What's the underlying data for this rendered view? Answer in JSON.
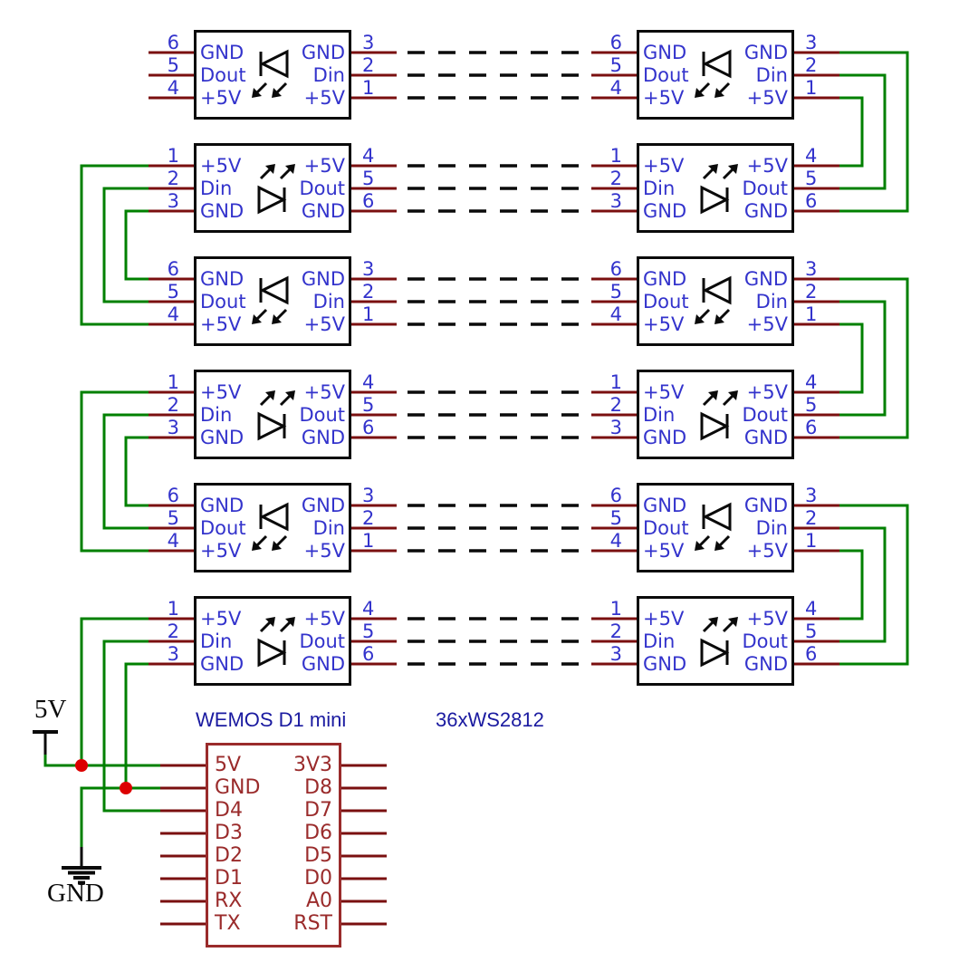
{
  "diagram": {
    "titles": {
      "mcu": "WEMOS D1 mini",
      "strip": "36xWS2812"
    },
    "power_labels": {
      "five_v": "5V",
      "gnd": "GND"
    },
    "led_module_types": {
      "a": {
        "left_pins": [
          {
            "num": "6",
            "name": "GND"
          },
          {
            "num": "5",
            "name": "Dout"
          },
          {
            "num": "4",
            "name": "+5V"
          }
        ],
        "right_pins": [
          {
            "num": "3",
            "name": "GND"
          },
          {
            "num": "2",
            "name": "Din"
          },
          {
            "num": "1",
            "name": "+5V"
          }
        ],
        "led_direction": "left"
      },
      "b": {
        "left_pins": [
          {
            "num": "1",
            "name": "+5V"
          },
          {
            "num": "2",
            "name": "Din"
          },
          {
            "num": "3",
            "name": "GND"
          }
        ],
        "right_pins": [
          {
            "num": "4",
            "name": "+5V"
          },
          {
            "num": "5",
            "name": "Dout"
          },
          {
            "num": "6",
            "name": "GND"
          }
        ],
        "led_direction": "right"
      }
    },
    "row_pattern": [
      "a",
      "b",
      "a",
      "b",
      "a",
      "b"
    ],
    "columns": 2,
    "mcu": {
      "left_pins": [
        "5V",
        "GND",
        "D4",
        "D3",
        "D2",
        "D1",
        "RX",
        "TX"
      ],
      "right_pins": [
        "3V3",
        "D8",
        "D7",
        "D6",
        "D5",
        "D0",
        "A0",
        "RST"
      ]
    },
    "colors": {
      "wire_green": "#008000",
      "pin_stub": "#7a0f0f",
      "mcu_outline": "#9a2b2b",
      "label_blue": "#3333cc",
      "title_blue": "#1a1aa0",
      "junction_red": "#dc0000",
      "outline_black": "#0a0a0a",
      "dash_black": "#0a0a0a",
      "background": "#ffffff"
    }
  }
}
